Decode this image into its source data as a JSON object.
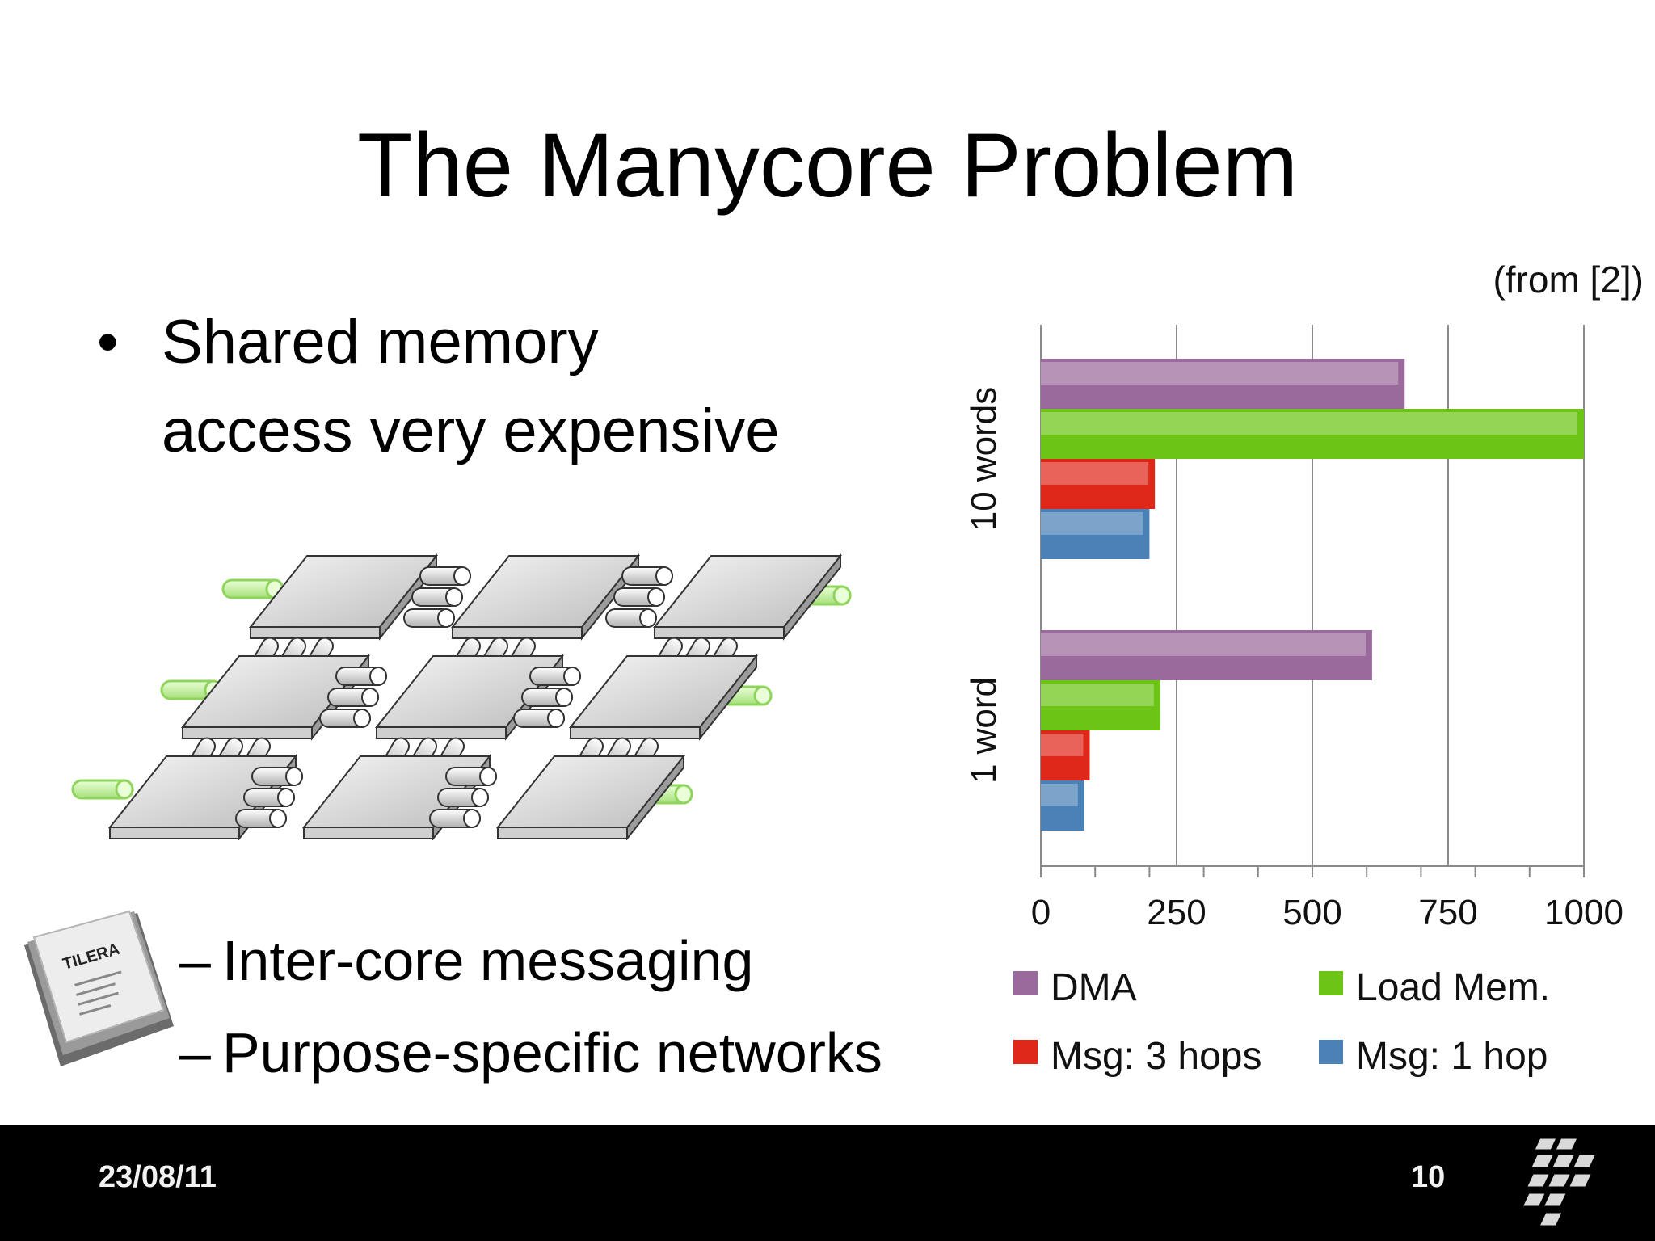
{
  "slide": {
    "title": "The Manycore Problem",
    "source_note": "(from [2])",
    "bullet_line1": "Shared memory",
    "bullet_line2": "access very expensive",
    "sub_bullets": [
      "Inter-core messaging",
      "Purpose-specific networks"
    ],
    "sub_marker": "–",
    "bullet_marker": "•",
    "chip_logo_text": "TILERA"
  },
  "footer": {
    "date": "23/08/11",
    "page": "10"
  },
  "chart_data": {
    "type": "bar",
    "orientation": "horizontal",
    "categories": [
      "10 words",
      "1 word"
    ],
    "series": [
      {
        "name": "DMA",
        "values": [
          670,
          610
        ],
        "color": "#9b6a9c"
      },
      {
        "name": "Load Mem.",
        "values": [
          1000,
          220
        ],
        "color": "#6cc516"
      },
      {
        "name": "Msg: 3 hops",
        "values": [
          210,
          90
        ],
        "color": "#e0281a"
      },
      {
        "name": "Msg: 1 hop",
        "values": [
          200,
          80
        ],
        "color": "#4a82b8"
      }
    ],
    "xlim": [
      0,
      1000
    ],
    "xticks": [
      "0",
      "250",
      "500",
      "750",
      "1000"
    ],
    "grid": true,
    "legend_position": "bottom"
  }
}
